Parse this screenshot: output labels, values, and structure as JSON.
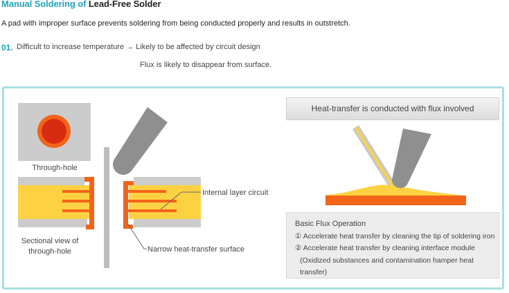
{
  "header": {
    "title_part1": "Manual Soldering of ",
    "title_part2": "Lead-Free Solder",
    "subtitle": "A pad with improper surface prevents soldering from being conducted properly and results in outstretch.",
    "item_number": "01.",
    "item_line1": "Difficult to increase temperature → Likely to be affected by circuit design",
    "item_line2": "Flux is likely to disappear from surface."
  },
  "diagram": {
    "through_hole_label": "Through-hole",
    "sectional_label_line1": "Sectional view of",
    "sectional_label_line2": "through-hole",
    "internal_layer_label": "Internal layer circuit",
    "narrow_surface_label": "Narrow heat-transfer surface",
    "heat_transfer_title": "Heat-transfer is conducted with flux involved",
    "flux_heading": "Basic Flux Operation",
    "flux_items": [
      "① Accelerate heat transfer by cleaning the tip of soldering iron",
      "② Accelerate heat transfer by cleaning interface module",
      "(Oxidized substances and contamination hamper heat transfer)"
    ]
  },
  "colors": {
    "accent_teal": "#1fa4b8",
    "frame_border": "#a8dfe0",
    "copper_orange": "#f26419",
    "solder_yellow": "#fdd242",
    "board_gray": "#cccccc",
    "iron_gray": "#8f8f8f"
  }
}
